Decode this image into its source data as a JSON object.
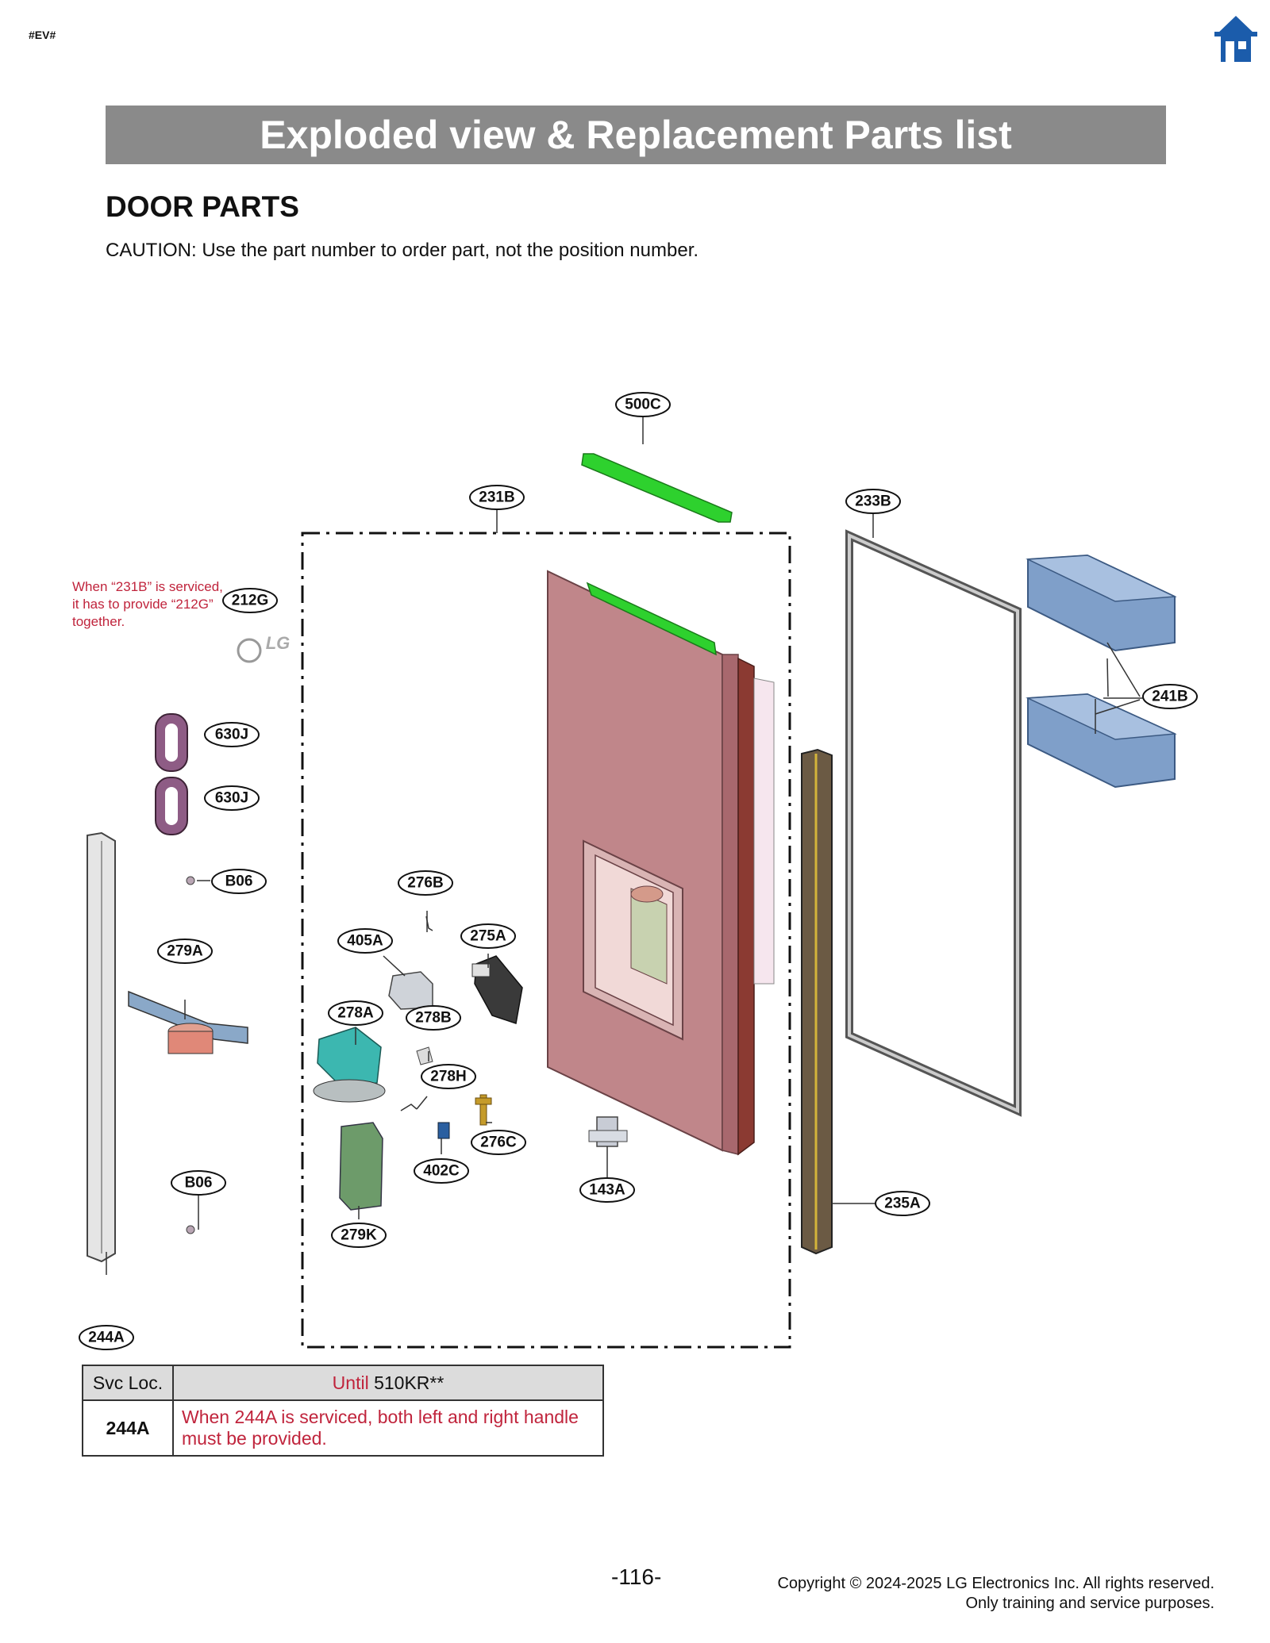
{
  "header": {
    "tag": "#EV#",
    "home_icon": "home-icon"
  },
  "title": "Exploded view & Replacement Parts list",
  "section_title": "DOOR PARTS",
  "caution": "CAUTION: Use the part number to order part, not the position number.",
  "note": "When “231B” is serviced, it has to provide “212G” together.",
  "callouts": {
    "c500C": "500C",
    "c231B": "231B",
    "c233B": "233B",
    "c212G": "212G",
    "c630J_1": "630J",
    "c630J_2": "630J",
    "c241B": "241B",
    "cB06_1": "B06",
    "c276B": "276B",
    "c405A": "405A",
    "c275A": "275A",
    "c279A": "279A",
    "c278A": "278A",
    "c278B": "278B",
    "c278H": "278H",
    "c276C": "276C",
    "c402C": "402C",
    "c143A": "143A",
    "c235A": "235A",
    "cB06_2": "B06",
    "c279K": "279K",
    "c244A": "244A"
  },
  "logo_text": "LG",
  "svc_table": {
    "col1_header": "Svc Loc.",
    "col2_header_prefix": "Until",
    "col2_header_value": "510KR**",
    "rows": [
      {
        "loc": "244A",
        "note": "When 244A is serviced, both left and right handle must be provided."
      }
    ]
  },
  "footer": {
    "page_number": "-116-",
    "copyright_line1": "Copyright © 2024-2025 LG Electronics Inc. All rights reserved.",
    "copyright_line2": "Only training and service purposes."
  },
  "colors": {
    "title_bar": "#8a8a8a",
    "door_panel": "#c0868a",
    "green_part": "#2ed12e",
    "bin_blue": "#7f9fc9",
    "note_red": "#c0243c",
    "home_blue": "#1b5cab"
  }
}
